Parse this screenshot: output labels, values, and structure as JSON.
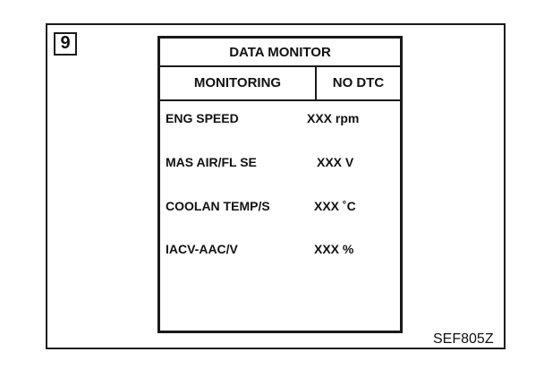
{
  "step_badge": "9",
  "screen": {
    "title": "DATA MONITOR",
    "status_left": "MONITORING",
    "status_right": "NO DTC",
    "rows": [
      {
        "label": "ENG SPEED",
        "value": "XXX rpm"
      },
      {
        "label": "MAS AIR/FL SE",
        "value": "XXX V"
      },
      {
        "label": "COOLAN TEMP/S",
        "value": "XXX ˚C"
      },
      {
        "label": "IACV-AAC/V",
        "value": "XXX %"
      }
    ]
  },
  "figure_code": "SEF805Z"
}
